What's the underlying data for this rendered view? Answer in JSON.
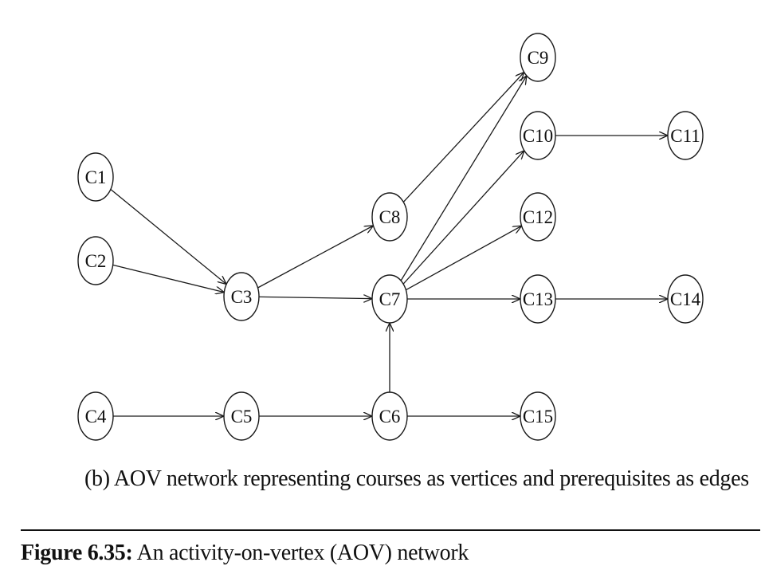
{
  "diagram": {
    "type": "directed-graph",
    "nodes": [
      {
        "id": "C1",
        "label": "C1"
      },
      {
        "id": "C2",
        "label": "C2"
      },
      {
        "id": "C3",
        "label": "C3"
      },
      {
        "id": "C4",
        "label": "C4"
      },
      {
        "id": "C5",
        "label": "C5"
      },
      {
        "id": "C6",
        "label": "C6"
      },
      {
        "id": "C7",
        "label": "C7"
      },
      {
        "id": "C8",
        "label": "C8"
      },
      {
        "id": "C9",
        "label": "C9"
      },
      {
        "id": "C10",
        "label": "C10"
      },
      {
        "id": "C11",
        "label": "C11"
      },
      {
        "id": "C12",
        "label": "C12"
      },
      {
        "id": "C13",
        "label": "C13"
      },
      {
        "id": "C14",
        "label": "C14"
      },
      {
        "id": "C15",
        "label": "C15"
      }
    ],
    "edges": [
      {
        "from": "C1",
        "to": "C3"
      },
      {
        "from": "C2",
        "to": "C3"
      },
      {
        "from": "C3",
        "to": "C8"
      },
      {
        "from": "C3",
        "to": "C7"
      },
      {
        "from": "C8",
        "to": "C9"
      },
      {
        "from": "C7",
        "to": "C9"
      },
      {
        "from": "C7",
        "to": "C10"
      },
      {
        "from": "C7",
        "to": "C12"
      },
      {
        "from": "C7",
        "to": "C13"
      },
      {
        "from": "C10",
        "to": "C11"
      },
      {
        "from": "C13",
        "to": "C14"
      },
      {
        "from": "C4",
        "to": "C5"
      },
      {
        "from": "C5",
        "to": "C6"
      },
      {
        "from": "C6",
        "to": "C7"
      },
      {
        "from": "C6",
        "to": "C15"
      }
    ]
  },
  "subcaption": "(b) AOV network representing courses as vertices and prerequisites as edges",
  "caption": {
    "number": "Figure 6.35:",
    "text": " An activity-on-vertex (AOV) network"
  }
}
